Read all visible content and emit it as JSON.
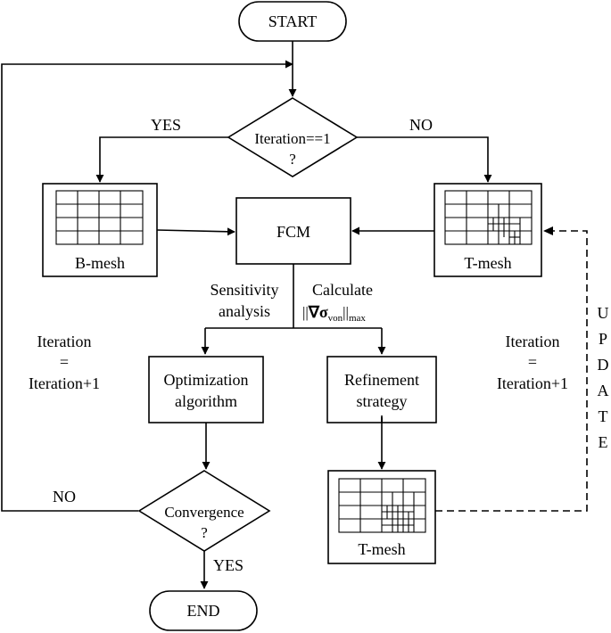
{
  "start": "START",
  "end": "END",
  "decision_iteration": {
    "line1": "Iteration==1",
    "line2": "?"
  },
  "yes_left": "YES",
  "no_right": "NO",
  "bmesh_label": "B-mesh",
  "tmesh_top_label": "T-mesh",
  "fcm": "FCM",
  "sensitivity": {
    "line1": "Sensitivity",
    "line2": "analysis"
  },
  "calculate": {
    "line1": "Calculate",
    "norm_open": "||",
    "nabla_sigma": "∇σ",
    "sub_von": "von",
    "norm_close": "||",
    "sub_max": "max"
  },
  "optimization": {
    "line1": "Optimization",
    "line2": "algorithm"
  },
  "refinement": {
    "line1": "Refinement",
    "line2": "strategy"
  },
  "iter_left": {
    "line1": "Iteration",
    "line2": "=",
    "line3": "Iteration+1"
  },
  "iter_right": {
    "line1": "Iteration",
    "line2": "=",
    "line3": "Iteration+1"
  },
  "update_letters": [
    "U",
    "P",
    "D",
    "A",
    "T",
    "E"
  ],
  "convergence": {
    "line1": "Convergence",
    "line2": "?"
  },
  "no_loop": "NO",
  "yes_bottom": "YES",
  "tmesh_bottom_label": "T-mesh"
}
